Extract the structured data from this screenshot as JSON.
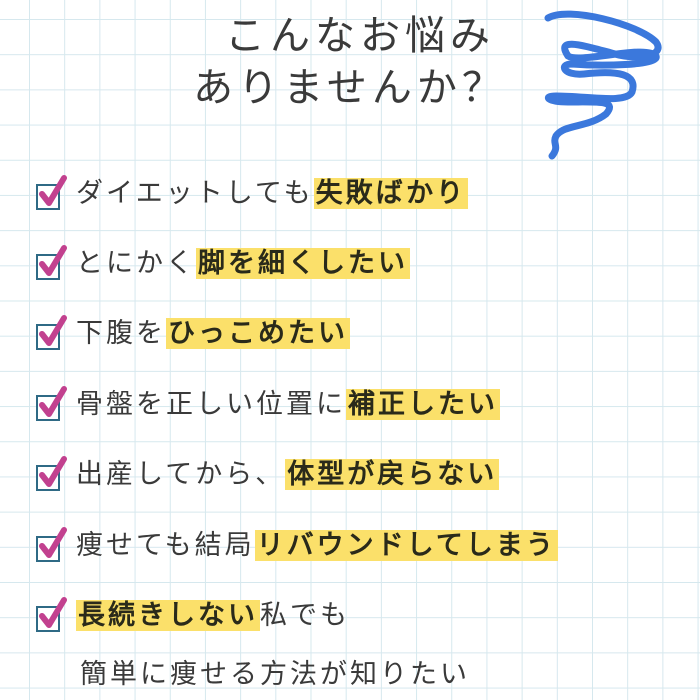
{
  "title": {
    "line1": "こんなお悩み",
    "line2": "ありませんか？"
  },
  "decoration": {
    "scribble_color": "#3b78dc",
    "check_color": "#c2418f",
    "box_color": "#2f6a85",
    "highlight_color": "#fbe06a"
  },
  "items": [
    {
      "plain": "ダイエットしても",
      "highlight": "失敗ばかり",
      "after": ""
    },
    {
      "plain": "とにかく",
      "highlight": "脚を細くしたい",
      "after": ""
    },
    {
      "plain": "下腹を",
      "highlight": "ひっこめたい",
      "after": ""
    },
    {
      "plain": "骨盤を正しい位置に",
      "highlight": "補正したい",
      "after": ""
    },
    {
      "plain": "出産してから、",
      "highlight": "体型が戻らない",
      "after": ""
    },
    {
      "plain": "痩せても結局",
      "highlight": "リバウンドしてしまう",
      "after": ""
    },
    {
      "plain": "",
      "highlight": "長続きしない",
      "after": "私でも"
    }
  ],
  "continuation": "簡単に痩せる方法が知りたい"
}
